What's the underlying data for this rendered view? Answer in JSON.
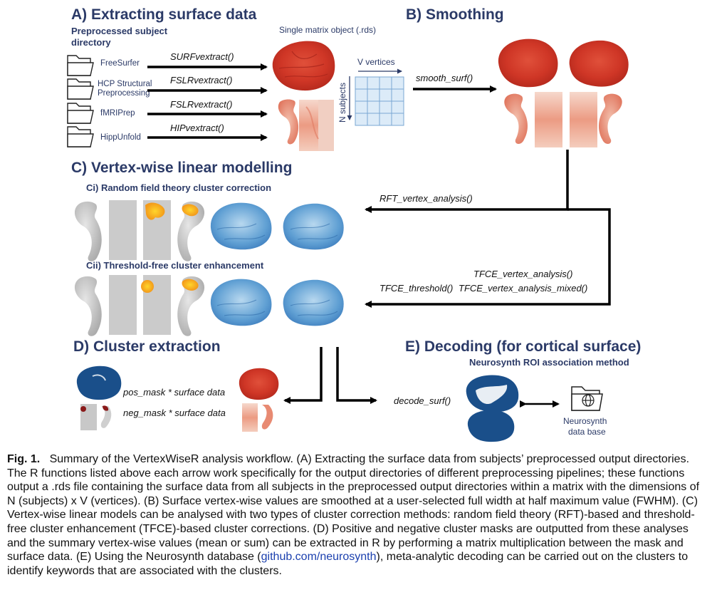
{
  "panels": {
    "a_title": "A) Extracting surface data",
    "b_title": "B) Smoothing",
    "c_title": "C) Vertex-wise linear modelling",
    "ci_title": "Ci) Random field theory cluster correction",
    "cii_title": "Cii) Threshold-free cluster enhancement",
    "d_title": "D) Cluster extraction",
    "e_title": "E) Decoding (for cortical surface)"
  },
  "extract": {
    "dir_label_1": "Preprocessed subject",
    "dir_label_2": "directory",
    "matrix_label": "Single matrix object (.rds)",
    "v_label": "V vertices",
    "n_label": "N subjects",
    "pipelines": [
      {
        "name_1": "FreeSurfer",
        "name_2": "",
        "fn": "SURFvextract()"
      },
      {
        "name_1": "HCP Structural",
        "name_2": "Preprocessing",
        "fn": "FSLRvextract()"
      },
      {
        "name_1": "fMRIPrep",
        "name_2": "",
        "fn": "FSLRvextract()"
      },
      {
        "name_1": "HippUnfold",
        "name_2": "",
        "fn": "HIPvextract()"
      }
    ]
  },
  "smoothing": {
    "fn": "smooth_surf()"
  },
  "modelling": {
    "rft_fn": "RFT_vertex_analysis()",
    "tfce_fn_1": "TFCE_vertex_analysis()",
    "tfce_fn_2": "TFCE_threshold()",
    "tfce_fn_3": "TFCE_vertex_analysis_mixed()"
  },
  "cluster": {
    "pos_formula": "pos_mask * surface data",
    "neg_formula": "neg_mask * surface data"
  },
  "decoding": {
    "fn": "decode_surf()",
    "method": "Neurosynth ROI association method",
    "db_label_1": "Neurosynth",
    "db_label_2": "data base"
  },
  "caption": {
    "fig_label": "Fig. 1.",
    "text_1": "Summary of the VertexWiseR analysis workflow. (A) Extracting the surface data from subjects’ preprocessed output directories. The R functions listed above each arrow work specifically for the output directories of different preprocessing pipelines; these functions output a .rds file containing the surface data from all subjects in the preprocessed output directories within a matrix with the dimensions of N (subjects) x V (vertices). (B) Surface vertex-wise values are smoothed at a user-selected full width at half maximum value (FWHM). (C) Vertex-wise linear models can be analysed with two types of cluster correction methods: random field theory (RFT)-based and threshold-free cluster enhancement (TFCE)-based cluster corrections. (D) Positive and negative cluster masks are outputted from these analyses and the summary vertex-wise values (mean or sum) can be extracted in R by performing a matrix multiplication between the mask and surface data. (E) Using the Neurosynth database (",
    "link": "github.com/neurosynth",
    "text_2": "), meta-analytic decoding can be carried out on the clusters to identify keywords that are associated with the clusters."
  },
  "colors": {
    "title_blue": "#2b3a67",
    "thickness_red": "#d8402c",
    "stat_blue": "#3f86c6",
    "mask_navy": "#1a4f8a",
    "cluster_yellow": "#f6b21b",
    "neutral_gray": "#c8c8c8"
  }
}
